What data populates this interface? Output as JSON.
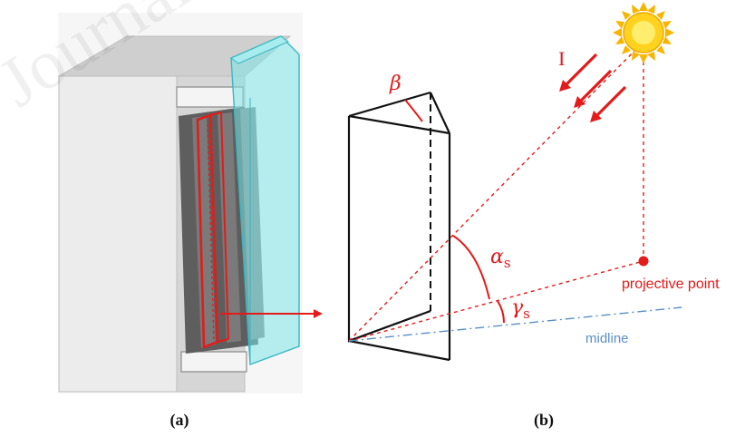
{
  "panel_a": {
    "caption": "(a)",
    "watermark": "Journal"
  },
  "panel_b": {
    "caption": "(b)",
    "label_beta": "β",
    "label_irradiance": "I",
    "label_alpha_main": "α",
    "label_alpha_sub": "s",
    "label_gamma_main": "γ",
    "label_gamma_sub": "s",
    "label_projective_point": "projective point",
    "label_midline": "midline"
  },
  "colors": {
    "red": "#e31b1b",
    "black": "#111111",
    "midline_blue": "#5b8fc7",
    "glass_cyan": "#7fe3e8",
    "sun_fill": "#ffd21f",
    "sun_core": "#fff176",
    "sun_ray": "#f7b500"
  },
  "icons": {
    "sun": "sun-icon"
  }
}
